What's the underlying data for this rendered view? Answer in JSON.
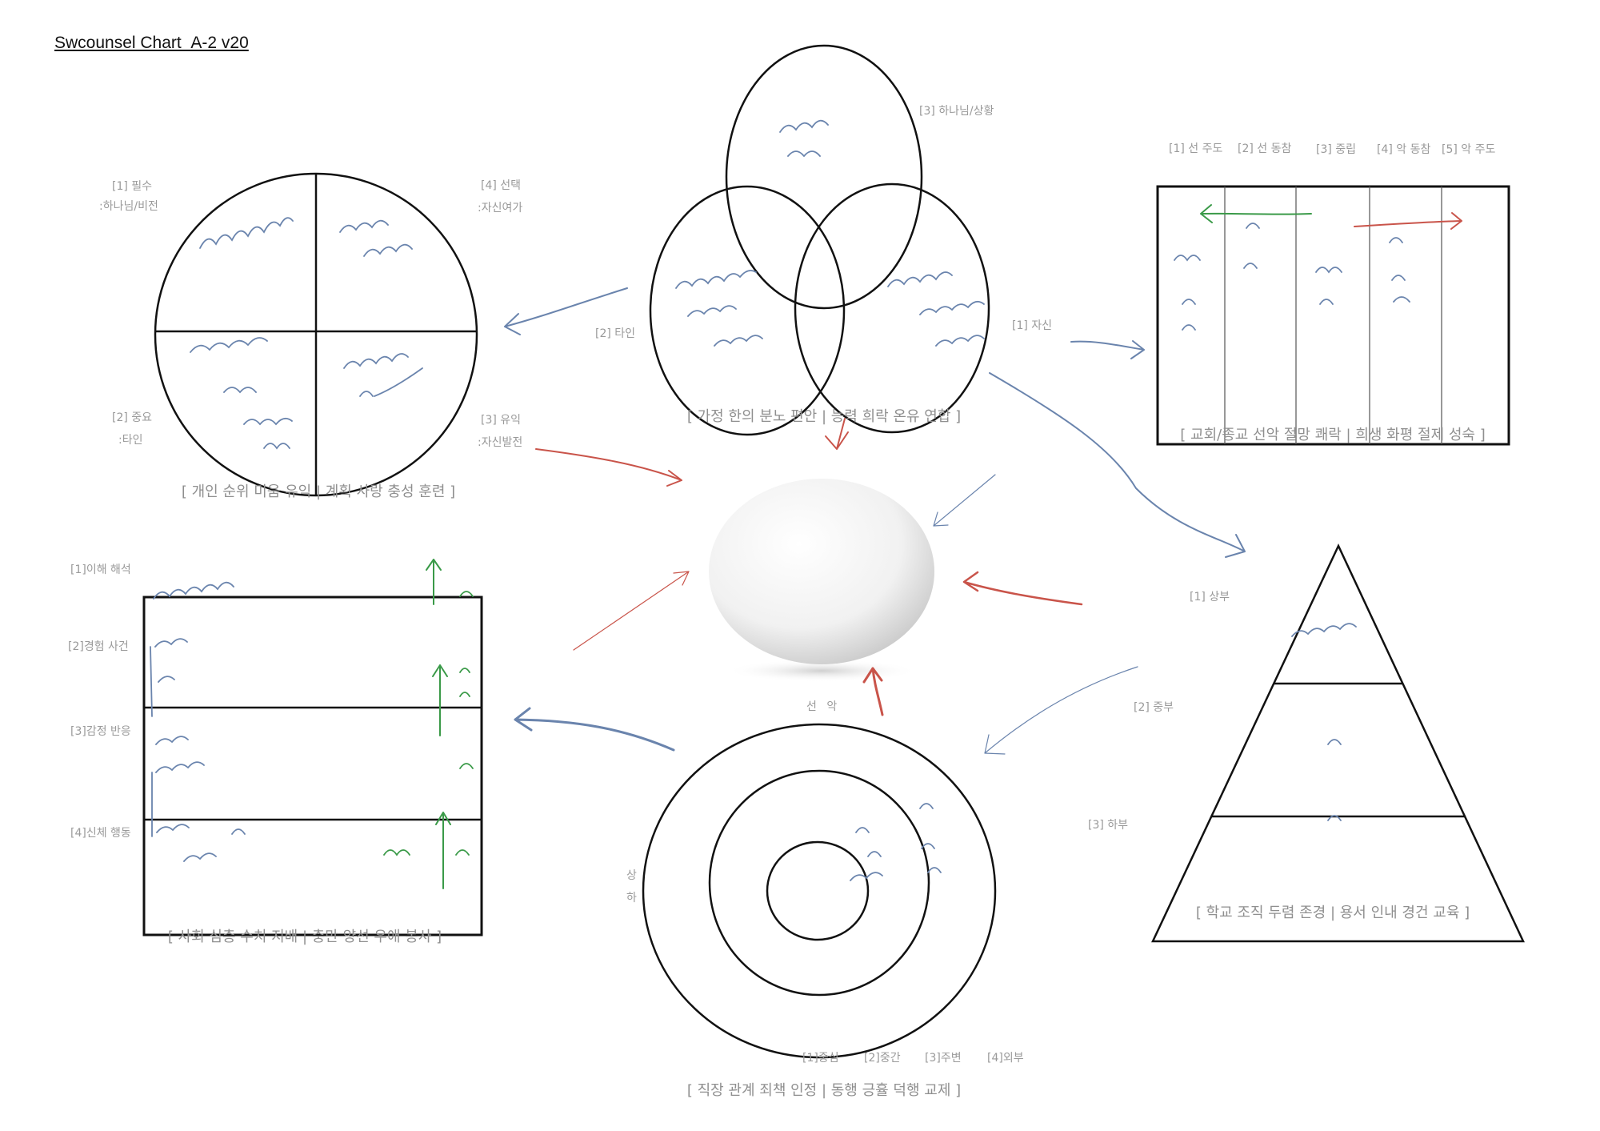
{
  "title": "Swcounsel Chart_A-2 v20",
  "quadrant": {
    "labels": [
      {
        "num": "[1] 필수",
        "sub": ":하나님/비전"
      },
      {
        "num": "[2] 중요",
        "sub": ":타인"
      },
      {
        "num": "[3] 유익",
        "sub": ":자신발전"
      },
      {
        "num": "[4] 선택",
        "sub": ":자신여가"
      }
    ],
    "caption": "[ 개인 순위 미움 유익 | 계획 사랑 충성 훈련 ]"
  },
  "venn": {
    "labels": {
      "top": "[3] 하나님/상황",
      "left": "[2] 타인",
      "right": "[1] 자신"
    },
    "caption": "[ 가정 한의 분노 편안 | 능력 희락 온유 연합 ]"
  },
  "spectrum": {
    "headers": [
      "[1] 선 주도",
      "[2] 선 동참",
      "[3] 중립",
      "[4] 악 동참",
      "[5] 악 주도"
    ],
    "caption": "[ 교회/종교 선악 절망 쾌락 | 희생 화평 절제 성숙 ]"
  },
  "layers": {
    "labels": [
      "[1]이해 해석",
      "[2]경험 사건",
      "[3]감정 반응",
      "[4]신체 행동"
    ],
    "caption": "[ 사회 심층 수치 지배 | 충만 양선 우애 봉사 ]"
  },
  "rings": {
    "top_label": "선 악",
    "side_labels": [
      "상",
      "하"
    ],
    "labels": [
      "[1]중심",
      "[2]중간",
      "[3]주변",
      "[4]외부"
    ],
    "caption": "[ 직장 관계 죄책 인정 | 동행 긍휼 덕행 교제 ]"
  },
  "pyramid": {
    "labels": [
      "[1] 상부",
      "[2] 중부",
      "[3] 하부"
    ],
    "caption": "[ 학교 조직 두렴 존경 | 용서 인내 경건 교육 ]"
  },
  "colors": {
    "ink_blue": "#6a84ad",
    "ink_red": "#c9544a",
    "ink_green": "#3a9a48"
  }
}
